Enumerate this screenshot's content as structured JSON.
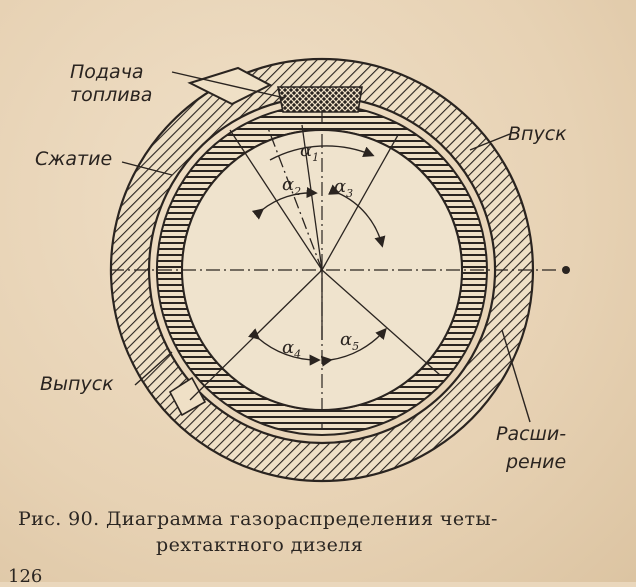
{
  "diagram": {
    "labels": {
      "fuel_supply_line1": "Подача",
      "fuel_supply_line2": "топлива",
      "intake": "Впуск",
      "compression": "Сжатие",
      "exhaust": "Выпуск",
      "expansion_line1": "Расши-",
      "expansion_line2": "рение"
    },
    "angles": [
      {
        "symbol": "α",
        "index": "1"
      },
      {
        "symbol": "α",
        "index": "2"
      },
      {
        "symbol": "α",
        "index": "3"
      },
      {
        "symbol": "α",
        "index": "4"
      },
      {
        "symbol": "α",
        "index": "5"
      }
    ]
  },
  "caption": {
    "line1": "Рис. 90. Диаграмма газораспределения четы-",
    "line2": "рехтактного дизеля"
  },
  "page_number": "126"
}
